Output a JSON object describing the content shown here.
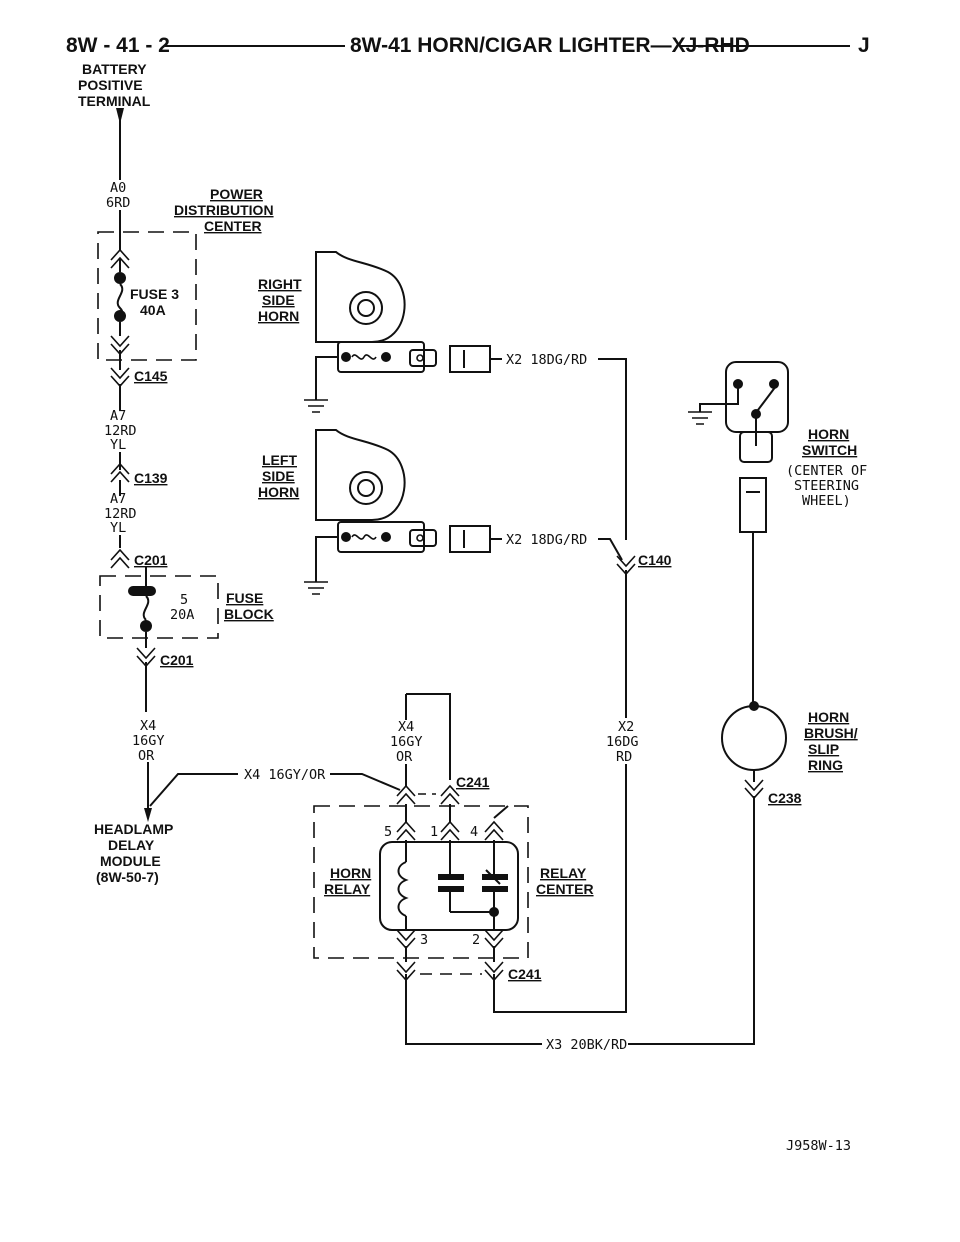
{
  "header": {
    "page_number": "8W - 41 - 2",
    "title": "8W-41 HORN/CIGAR LIGHTER—XJ-RHD",
    "section_letter": "J"
  },
  "battery": {
    "line1": "BATTERY",
    "line2": "POSITIVE",
    "line3": "TERMINAL"
  },
  "pdc": {
    "wire_id": "A0",
    "wire_spec": "6RD",
    "name_line1": "POWER",
    "name_line2": "DISTRIBUTION",
    "name_line3": "CENTER",
    "fuse_label": "FUSE 3",
    "fuse_rating": "40A",
    "connector": "C145"
  },
  "wire_a7_upper": {
    "id": "A7",
    "gauge_color": "12RD",
    "tracer": "YL"
  },
  "connector_c139": "C139",
  "wire_a7_lower": {
    "id": "A7",
    "gauge_color": "12RD",
    "tracer": "YL"
  },
  "fuse_block": {
    "connector_top": "C201",
    "fuse_number": "5",
    "fuse_rating": "20A",
    "name_line1": "FUSE",
    "name_line2": "BLOCK",
    "connector_bottom": "C201"
  },
  "right_horn": {
    "line1": "RIGHT",
    "line2": "SIDE",
    "line3": "HORN",
    "wire": "X2 18DG/RD"
  },
  "left_horn": {
    "line1": "LEFT",
    "line2": "SIDE",
    "line3": "HORN",
    "wire": "X2 18DG/RD",
    "connector": "C140"
  },
  "horn_switch": {
    "line1": "HORN",
    "line2": "SWITCH",
    "note1": "(CENTER OF",
    "note2": "STEERING",
    "note3": "WHEEL)"
  },
  "horn_brush": {
    "line1": "HORN",
    "line2": "BRUSH/",
    "line3": "SLIP",
    "line4": "RING",
    "connector": "C238"
  },
  "wire_x4_left": {
    "id": "X4",
    "gauge_color": "16GY",
    "tracer": "OR"
  },
  "wire_x4_mid": {
    "id": "X4",
    "gauge_color": "16GY",
    "tracer": "OR"
  },
  "wire_x2_right": {
    "id": "X2",
    "gauge_color": "16DG",
    "tracer": "RD"
  },
  "wire_x4_horizontal": "X4 16GY/OR",
  "headlamp_module": {
    "line1": "HEADLAMP",
    "line2": "DELAY",
    "line3": "MODULE",
    "line4": "(8W-50-7)"
  },
  "relay": {
    "connector_top": "C241",
    "pin5": "5",
    "pin1": "1",
    "pin4": "4",
    "pin3": "3",
    "pin2": "2",
    "horn_relay_line1": "HORN",
    "horn_relay_line2": "RELAY",
    "relay_center_line1": "RELAY",
    "relay_center_line2": "CENTER",
    "connector_bottom": "C241"
  },
  "wire_x3": "X3 20BK/RD",
  "figure_id": "J958W-13"
}
